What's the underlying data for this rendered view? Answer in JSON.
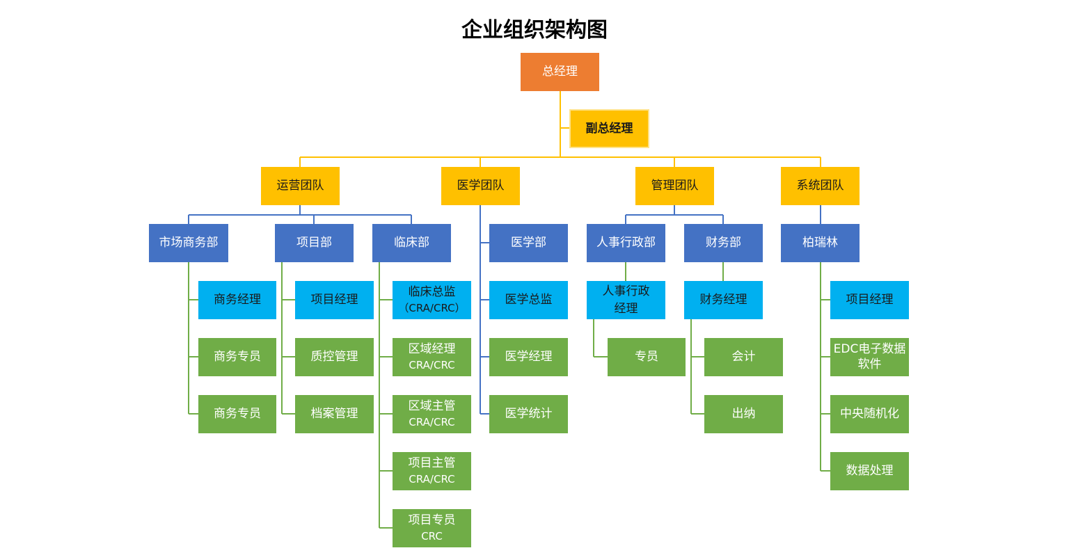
{
  "title": "企业组织架构图",
  "ceo": "总经理",
  "vice": "副总经理",
  "teams": {
    "ops": "运营团队",
    "med": "医学团队",
    "mgmt": "管理团队",
    "sys": "系统团队"
  },
  "departments": {
    "market": "市场商务部",
    "project": "项目部",
    "clinical": "临床部",
    "medical": "医学部",
    "hr": "人事行政部",
    "finance": "财务部",
    "bailin": "柏瑞林"
  },
  "roles": {
    "market": [
      "商务经理",
      "商务专员",
      "商务专员"
    ],
    "project": [
      "项目经理",
      "质控管理",
      "档案管理"
    ],
    "clinical": [
      {
        "line1": "临床总监",
        "line2": "（CRA/CRC）"
      },
      {
        "line1": "区域经理",
        "line2": "CRA/CRC"
      },
      {
        "line1": "区域主管",
        "line2": "CRA/CRC"
      },
      {
        "line1": "项目主管",
        "line2": "CRA/CRC"
      },
      {
        "line1": "项目专员",
        "line2": "CRC"
      }
    ],
    "medical": [
      "医学总监",
      "医学经理",
      "医学统计"
    ],
    "hr": [
      {
        "line1": "人事行政",
        "line2": "经理"
      },
      "专员"
    ],
    "finance": [
      "财务经理",
      "会计",
      "出纳"
    ],
    "bailin": [
      "项目经理",
      {
        "line1": "EDC电子数据",
        "line2": "软件"
      },
      "中央随机化",
      "数据处理"
    ]
  },
  "colors": {
    "ceo": "#ed7d31",
    "team": "#ffc000",
    "department": "#4472c4",
    "manager": "#00b0f0",
    "staff": "#70ad47",
    "connector_top": "#ffc000",
    "connector_dept": "#4472c4",
    "connector_staff": "#70ad47"
  }
}
